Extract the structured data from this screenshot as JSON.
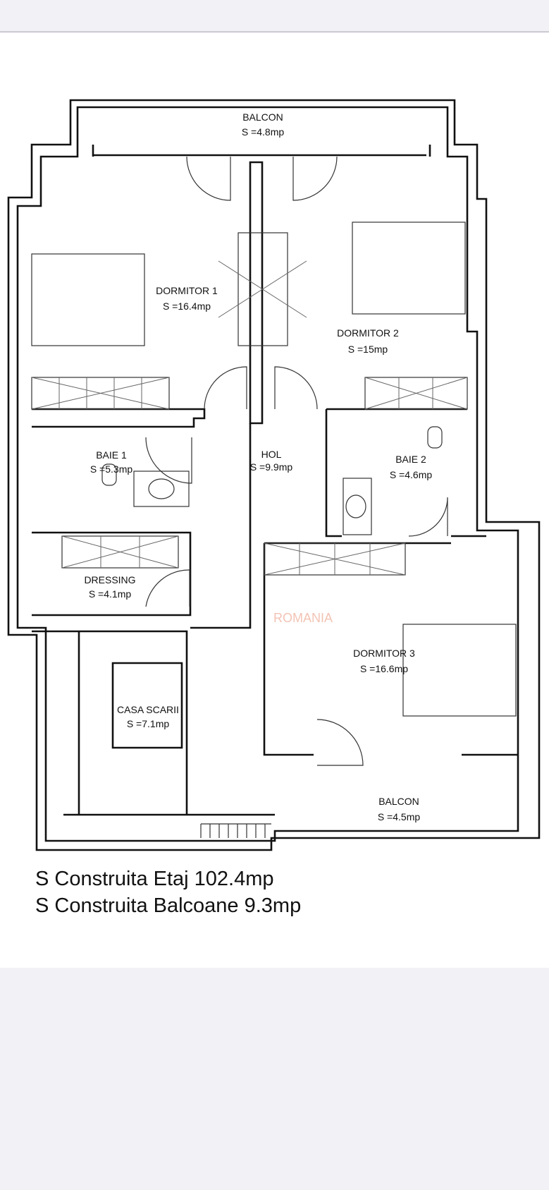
{
  "rooms": {
    "balcon_top": {
      "name": "BALCON",
      "area": "S =4.8mp"
    },
    "dormitor1": {
      "name": "DORMITOR 1",
      "area": "S =16.4mp"
    },
    "dormitor2": {
      "name": "DORMITOR 2",
      "area": "S =15mp"
    },
    "hol": {
      "name": "HOL",
      "area": "S =9.9mp"
    },
    "baie1": {
      "name": "BAIE 1",
      "area": "S =5.3mp"
    },
    "baie2": {
      "name": "BAIE 2",
      "area": "S =4.6mp"
    },
    "dressing": {
      "name": "DRESSING",
      "area": "S =4.1mp"
    },
    "dormitor3": {
      "name": "DORMITOR 3",
      "area": "S =16.6mp"
    },
    "casa_scarii": {
      "name": "CASA SCARII",
      "area": "S =7.1mp"
    },
    "balcon_bottom": {
      "name": "BALCON",
      "area": "S =4.5mp"
    }
  },
  "watermark": "ROMANIA",
  "summary": {
    "etaj": "S Construita Etaj 102.4mp",
    "balcoane": "S Construita Balcoane 9.3mp"
  }
}
